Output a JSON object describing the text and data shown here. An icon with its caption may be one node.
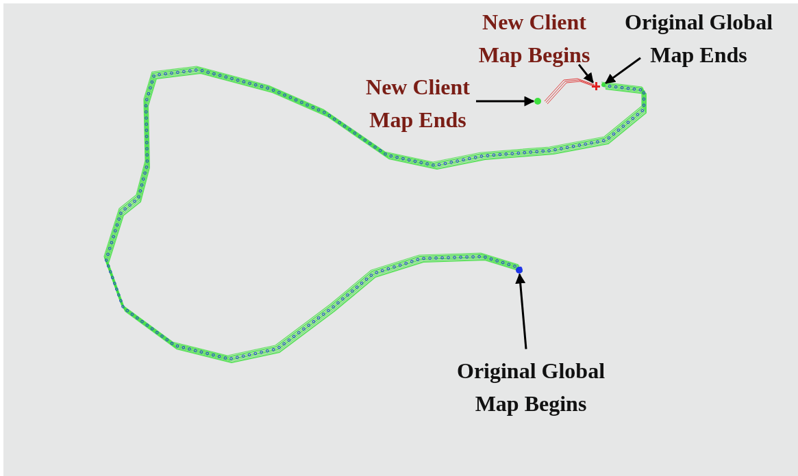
{
  "diagram": {
    "nodes": [
      {
        "text": [
          "New Client Map Begins"
        ]
      },
      {
        "text": [
          "Original Global Map Ends"
        ]
      },
      {
        "text": [
          "New Client Map Ends"
        ]
      },
      {
        "text": [
          "Original Global Map Begins"
        ]
      },
      {
        "text": [],
        "shape": "cross"
      },
      {
        "text": [],
        "shape": "circle"
      },
      {
        "text": [],
        "shape": "circle"
      },
      {
        "text": [],
        "shape": "circle"
      }
    ],
    "edges": [
      {
        "from": 0,
        "to": 4,
        "arrow": "to"
      },
      {
        "from": 1,
        "to": 5,
        "arrow": "to"
      },
      {
        "from": 2,
        "to": 6,
        "arrow": "to"
      },
      {
        "from": 3,
        "to": 7,
        "arrow": "to"
      }
    ]
  }
}
